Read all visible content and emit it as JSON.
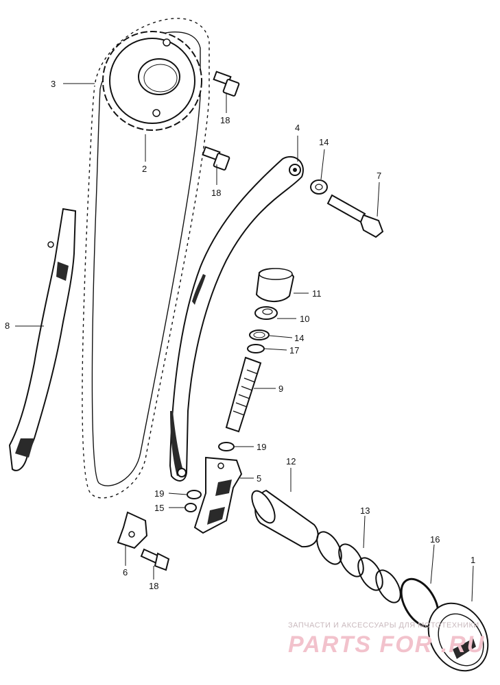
{
  "diagram": {
    "callouts": {
      "c1": "1",
      "c2": "2",
      "c3": "3",
      "c4": "4",
      "c5": "5",
      "c6": "6",
      "c7": "7",
      "c8": "8",
      "c9": "9",
      "c10": "10",
      "c11": "11",
      "c12": "12",
      "c13": "13",
      "c14a": "14",
      "c14b": "14",
      "c15": "15",
      "c16": "16",
      "c17": "17",
      "c18a": "18",
      "c18b": "18",
      "c18c": "18",
      "c19a": "19",
      "c19b": "19"
    }
  },
  "watermark": {
    "tagline": "ЗАПЧАСТИ И АКСЕССУАРЫ ДЛЯ МОТОТЕХНИКИ",
    "logo": "PARTS FOR .RU"
  }
}
